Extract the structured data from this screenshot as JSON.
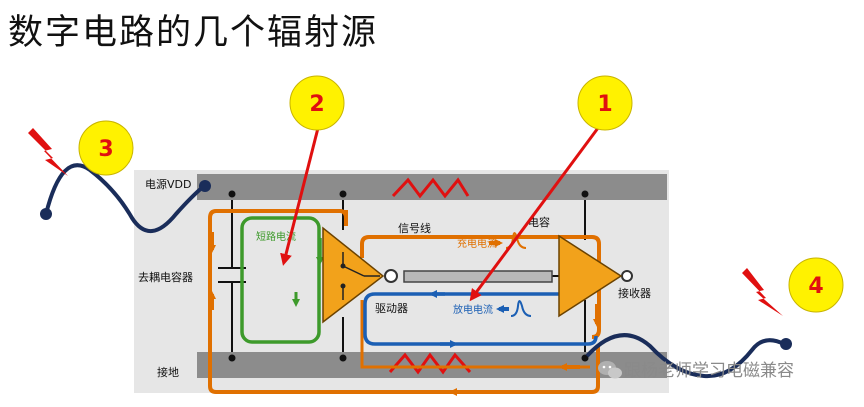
{
  "title": "数字电路的几个辐射源",
  "labels": {
    "vdd": "电源VDD",
    "decap": "去耦电容器",
    "gnd": "接地",
    "short_circuit": "短路电流",
    "signal_line": "信号线",
    "charge": "充电电流",
    "capacitance": "电容",
    "driver": "驱动器",
    "discharge": "放电电流",
    "receiver": "接收器"
  },
  "markers": [
    "1",
    "2",
    "3",
    "4"
  ],
  "watermark": "跟杨老师学习电磁兼容",
  "colors": {
    "rail": "#8c8c8c",
    "panel": "#e6e6e6",
    "orange": "#e07000",
    "green": "#3d9a2b",
    "blue": "#1b5fb4",
    "red": "#e01010",
    "marker_fill": "#fff200",
    "cable": "#1a2d5a",
    "triangle": "#f2a21b"
  }
}
